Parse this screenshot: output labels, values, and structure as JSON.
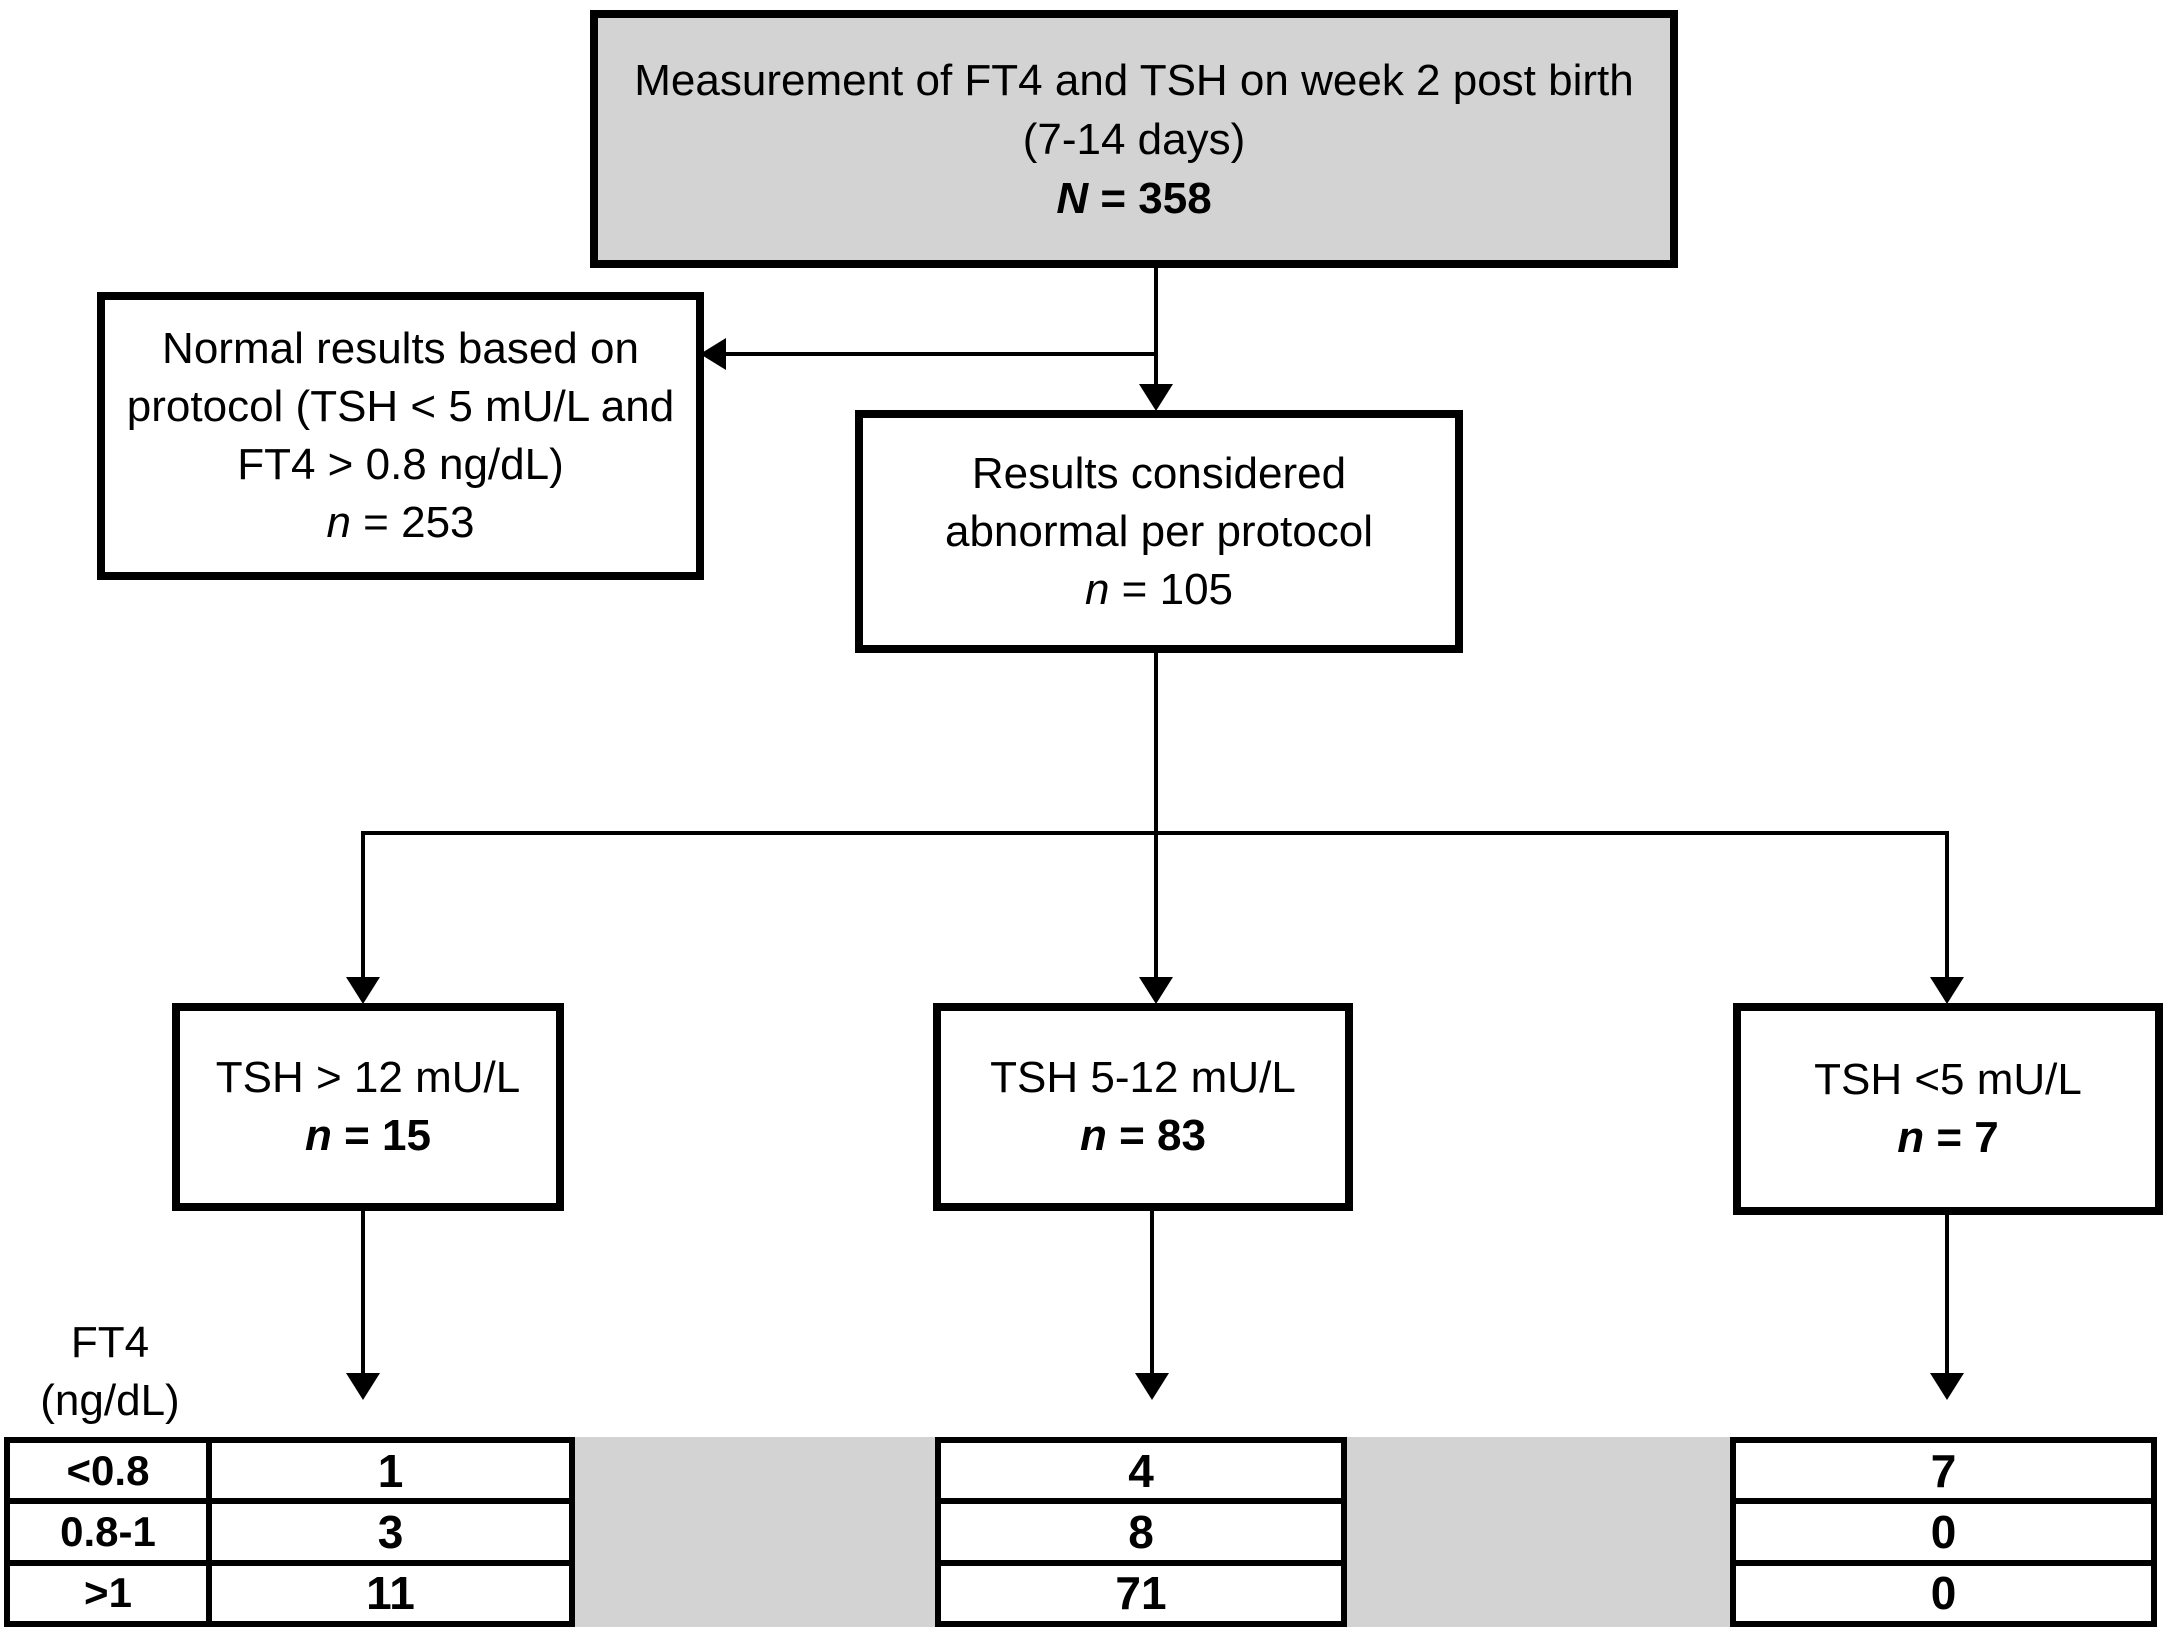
{
  "colors": {
    "fill_gray": "#d3d3d3",
    "line_black": "#000000"
  },
  "top_box": {
    "line1": "Measurement of FT4 and TSH on week 2 post birth",
    "line2": "(7-14 days)",
    "n_symbol": "N",
    "n_rest": " = 358"
  },
  "normal_box": {
    "line1": "Normal results based on",
    "line2": "protocol (TSH < 5 mU/L and",
    "line3": "FT4 > 0.8 ng/dL)",
    "n_symbol": "n",
    "n_rest": " = 253"
  },
  "abnormal_box": {
    "line1": "Results considered",
    "line2": "abnormal per protocol",
    "n_symbol": "n",
    "n_rest": " = 105"
  },
  "tsh_boxes": [
    {
      "label": "TSH > 12 mU/L",
      "n_symbol": "n",
      "n_rest": " = 15"
    },
    {
      "label": "TSH 5-12 mU/L",
      "n_symbol": "n",
      "n_rest": " = 83"
    },
    {
      "label": "TSH <5 mU/L",
      "n_symbol": "n",
      "n_rest": " = 7"
    }
  ],
  "ft4_axis": {
    "line1": "FT4",
    "line2": "(ng/dL)"
  },
  "table": {
    "row_labels": [
      "<0.8",
      "0.8-1",
      ">1"
    ],
    "col_tsh_gt12": [
      "1",
      "3",
      "11"
    ],
    "col_tsh_5_12": [
      "4",
      "8",
      "71"
    ],
    "col_tsh_lt5": [
      "7",
      "0",
      "0"
    ]
  }
}
